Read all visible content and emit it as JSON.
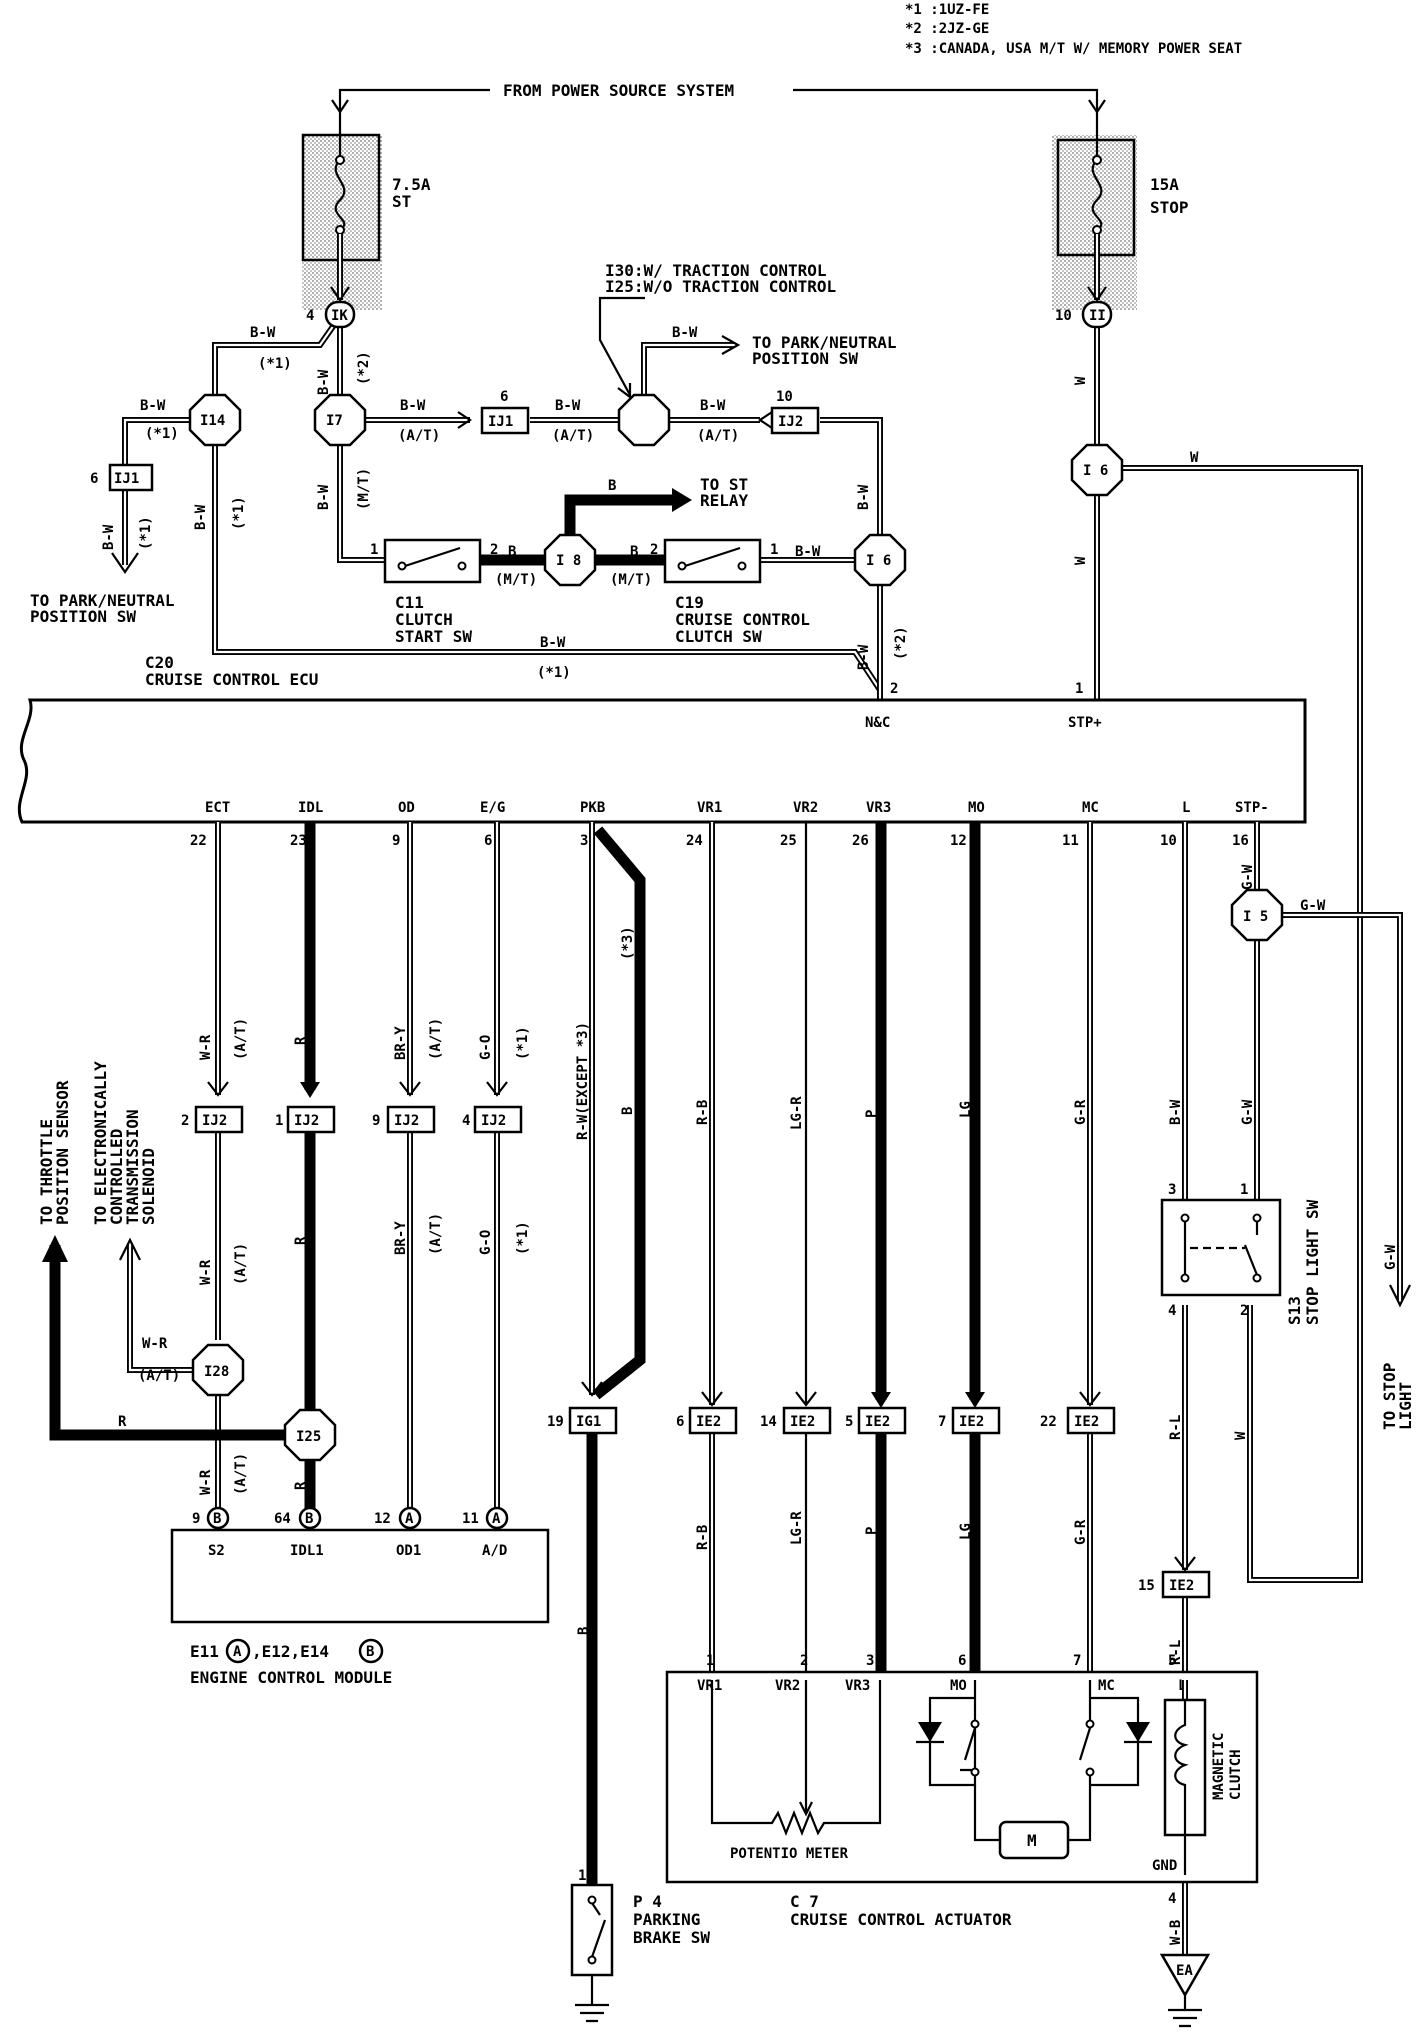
{
  "notes": {
    "n1": "*1 :1UZ-FE",
    "n2": "*2 :2JZ-GE",
    "n3": "*3 :CANADA, USA M/T W/ MEMORY POWER SEAT"
  },
  "power": {
    "from": "FROM POWER SOURCE SYSTEM",
    "fuse_st_a": "7.5A",
    "fuse_st_b": "ST",
    "fuse_stop_a": "15A",
    "fuse_stop_b": "STOP"
  },
  "traction": {
    "l1": "I30:W/ TRACTION CONTROL",
    "l2": "I25:W/O TRACTION CONTROL"
  },
  "dest": {
    "pnp_top_1": "TO PARK/NEUTRAL",
    "pnp_top_2": "POSITION SW",
    "st_relay_1": "TO ST",
    "st_relay_2": "RELAY",
    "pnp_left_1": "TO PARK/NEUTRAL",
    "pnp_left_2": "POSITION SW",
    "throttle_1": "TO THROTTLE",
    "throttle_2": "POSITION SENSOR",
    "ect_1": "TO ELECTRONICALLY",
    "ect_2": "CONTROLLED",
    "ect_3": "TRANSMISSION",
    "ect_4": "SOLENOID",
    "stop_1": "TO STOP",
    "stop_2": "LIGHT"
  },
  "components": {
    "c11_1": "C11",
    "c11_2": "CLUTCH",
    "c11_3": "START SW",
    "c19_1": "C19",
    "c19_2": "CRUISE CONTROL",
    "c19_3": "CLUTCH SW",
    "c20_1": "C20",
    "c20_2": "CRUISE CONTROL ECU",
    "s13_1": "S13",
    "s13_2": "STOP LIGHT SW",
    "ecm_1": "E11",
    "ecm_a": "A",
    "ecm_2": ",E12,E14",
    "ecm_b": "B",
    "ecm_3": "ENGINE CONTROL MODULE",
    "p4_1": "P 4",
    "p4_2": "PARKING",
    "p4_3": "BRAKE SW",
    "c7_1": "C 7",
    "c7_2": "CRUISE CONTROL ACTUATOR",
    "pot": "POTENTIO METER",
    "mag_1": "MAGNETIC",
    "mag_2": "CLUTCH",
    "motor": "M",
    "ground": "EA"
  },
  "ecu_pins": {
    "nc": "N&C",
    "nc_no": "2",
    "stp_plus": "STP+",
    "stp_plus_no": "1",
    "ect": "ECT",
    "ect_no": "22",
    "idl": "IDL",
    "idl_no": "23",
    "od": "OD",
    "od_no": "9",
    "eg": "E/G",
    "eg_no": "6",
    "pkb": "PKB",
    "pkb_no": "3",
    "vr1": "VR1",
    "vr1_no": "24",
    "vr2": "VR2",
    "vr2_no": "25",
    "vr3": "VR3",
    "vr3_no": "26",
    "mo": "MO",
    "mo_no": "12",
    "mc": "MC",
    "mc_no": "11",
    "l": "L",
    "l_no": "10",
    "stp_minus": "STP-",
    "stp_minus_no": "16"
  },
  "ecm_pins": {
    "s2": "S2",
    "s2_no": "9",
    "s2_c": "B",
    "idl1": "IDL1",
    "idl1_no": "64",
    "idl1_c": "B",
    "od1": "OD1",
    "od1_no": "12",
    "od1_c": "A",
    "ad": "A/D",
    "ad_no": "11",
    "ad_c": "A"
  },
  "actuator_pins": {
    "vr1": "VR1",
    "vr1_no": "1",
    "vr2": "VR2",
    "vr2_no": "2",
    "vr3": "VR3",
    "vr3_no": "3",
    "mo": "MO",
    "mo_no": "6",
    "mc": "MC",
    "mc_no": "7",
    "l": "L",
    "l_no": "5",
    "gnd": "GND",
    "gnd_no": "4"
  },
  "connectors": {
    "ik": "IK",
    "ik_no": "4",
    "ii": "II",
    "ii_no": "10",
    "i14": "I14",
    "i7": "I7",
    "i6a": "I 6",
    "i6b": "I 6",
    "i5": "I 5",
    "i8": "I 8",
    "i28": "I28",
    "i25": "I25",
    "ij1a": "IJ1",
    "ij1a_no": "6",
    "ij1b": "IJ1",
    "ij1b_no": "6",
    "ij2top": "IJ2",
    "ij2top_no": "10",
    "ij2_1": "IJ2",
    "ij2_1_no": "2",
    "ij2_2": "IJ2",
    "ij2_2_no": "1",
    "ij2_3": "IJ2",
    "ij2_3_no": "9",
    "ij2_4": "IJ2",
    "ij2_4_no": "4",
    "ig1": "IG1",
    "ig1_no": "19",
    "ie2_1": "IE2",
    "ie2_1_no": "6",
    "ie2_2": "IE2",
    "ie2_2_no": "14",
    "ie2_3": "IE2",
    "ie2_3_no": "5",
    "ie2_4": "IE2",
    "ie2_4_no": "7",
    "ie2_5": "IE2",
    "ie2_5_no": "22",
    "ie2_6": "IE2",
    "ie2_6_no": "15"
  },
  "pins_misc": {
    "c11_p1": "1",
    "c11_p2": "2",
    "c19_p2": "2",
    "c19_p1": "1",
    "s13_p3": "3",
    "s13_p1": "1",
    "s13_p4": "4",
    "s13_p2": "2"
  },
  "wires": {
    "bw": "B-W",
    "b": "B",
    "w": "W",
    "gw": "G-W",
    "wr": "W-R",
    "r": "R",
    "bry": "BR-Y",
    "go": "G-O",
    "rb": "R-B",
    "lgr": "LG-R",
    "p": "P",
    "lg": "LG",
    "gr": "G-R",
    "rl": "R-L",
    "wb": "W-B",
    "rw_exc": "R-W(EXCEPT *3)"
  },
  "tags": {
    "s1": "(*1)",
    "s2": "(*2)",
    "s3": "(*3)",
    "at": "(A/T)",
    "mt": "(M/T)"
  }
}
